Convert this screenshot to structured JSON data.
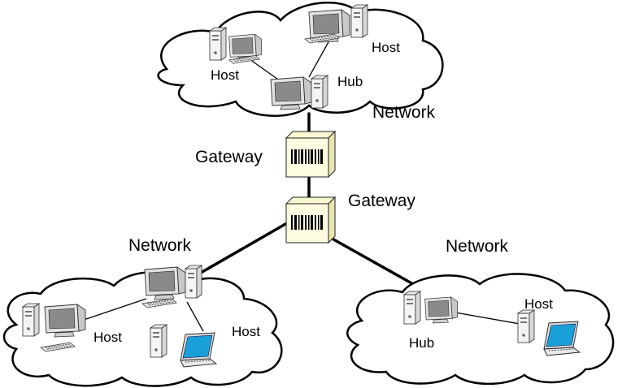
{
  "top_network": {
    "label": "Network",
    "host_left": "Host",
    "host_right": "Host",
    "hub": "Hub"
  },
  "gateways": {
    "upper": "Gateway",
    "lower": "Gateway"
  },
  "left_network": {
    "label": "Network",
    "host_left": "Host",
    "host_right": "Host"
  },
  "right_network": {
    "label": "Network",
    "hub": "Hub",
    "host": "Host"
  },
  "colors": {
    "laptop_screen": "#1aa0d8",
    "monitor_screen": "#8a8a8a",
    "case": "#f2f2f2"
  }
}
